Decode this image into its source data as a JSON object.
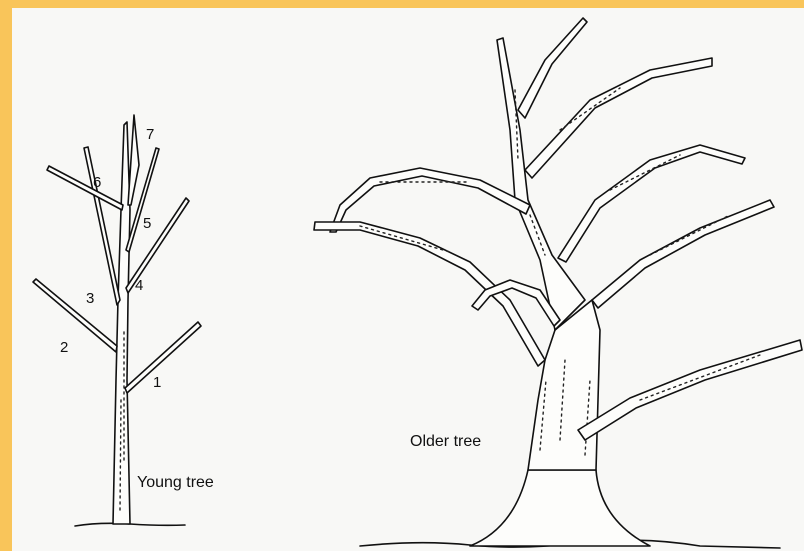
{
  "young_tree": {
    "caption": "Young tree",
    "branch_labels": [
      "1",
      "2",
      "3",
      "4",
      "5",
      "6",
      "7"
    ]
  },
  "older_tree": {
    "caption": "Older tree"
  },
  "colors": {
    "frame": "#f9c55a",
    "paper": "#f8f8f6",
    "ink": "#111111"
  }
}
